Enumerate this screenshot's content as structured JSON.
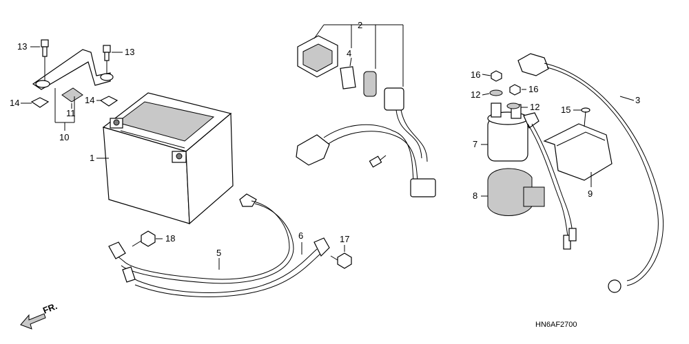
{
  "diagram_code": "HN6AF2700",
  "front_indicator": {
    "label": "FR.",
    "icon": "front-direction-arrow-icon"
  },
  "callouts": [
    {
      "id": "c13a",
      "text": "13"
    },
    {
      "id": "c13b",
      "text": "13"
    },
    {
      "id": "c14a",
      "text": "14"
    },
    {
      "id": "c14b",
      "text": "14"
    },
    {
      "id": "c11",
      "text": "11"
    },
    {
      "id": "c10",
      "text": "10"
    },
    {
      "id": "c1",
      "text": "1"
    },
    {
      "id": "c2",
      "text": "2"
    },
    {
      "id": "c4",
      "text": "4"
    },
    {
      "id": "c16a",
      "text": "16"
    },
    {
      "id": "c16b",
      "text": "16"
    },
    {
      "id": "c12a",
      "text": "12"
    },
    {
      "id": "c12b",
      "text": "12"
    },
    {
      "id": "c15",
      "text": "15"
    },
    {
      "id": "c3",
      "text": "3"
    },
    {
      "id": "c7",
      "text": "7"
    },
    {
      "id": "c9",
      "text": "9"
    },
    {
      "id": "c8",
      "text": "8"
    },
    {
      "id": "c18",
      "text": "18"
    },
    {
      "id": "c6",
      "text": "6"
    },
    {
      "id": "c17",
      "text": "17"
    },
    {
      "id": "c5",
      "text": "5"
    }
  ]
}
